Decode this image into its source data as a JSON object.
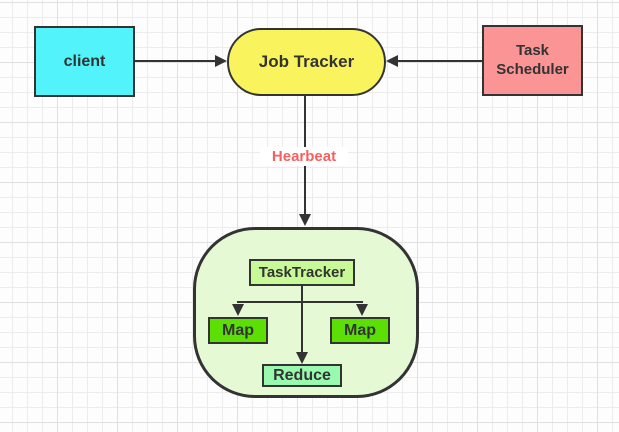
{
  "canvas": {
    "background": "#fdfdfd",
    "grid_minor_color": "#ececec",
    "grid_major_color": "#e0e0e0",
    "stroke_color": "#333333"
  },
  "nodes": {
    "client": {
      "label": "client",
      "fill": "#53F3FC"
    },
    "job_tracker": {
      "label": "Job Tracker",
      "fill": "#F9F45E"
    },
    "task_scheduler": {
      "label": "Task Scheduler",
      "fill": "#FB9494"
    },
    "task_tracker_group": {
      "fill": "#E5F9D4"
    },
    "task_tracker": {
      "label": "TaskTracker",
      "fill": "#C7FA97"
    },
    "map_left": {
      "label": "Map",
      "fill": "#5BDF04"
    },
    "map_right": {
      "label": "Map",
      "fill": "#5BDF04"
    },
    "reduce": {
      "label": "Reduce",
      "fill": "#99FAAF"
    }
  },
  "edges": {
    "heartbeat": {
      "label": "Hearbeat",
      "color": "#F56161"
    }
  }
}
